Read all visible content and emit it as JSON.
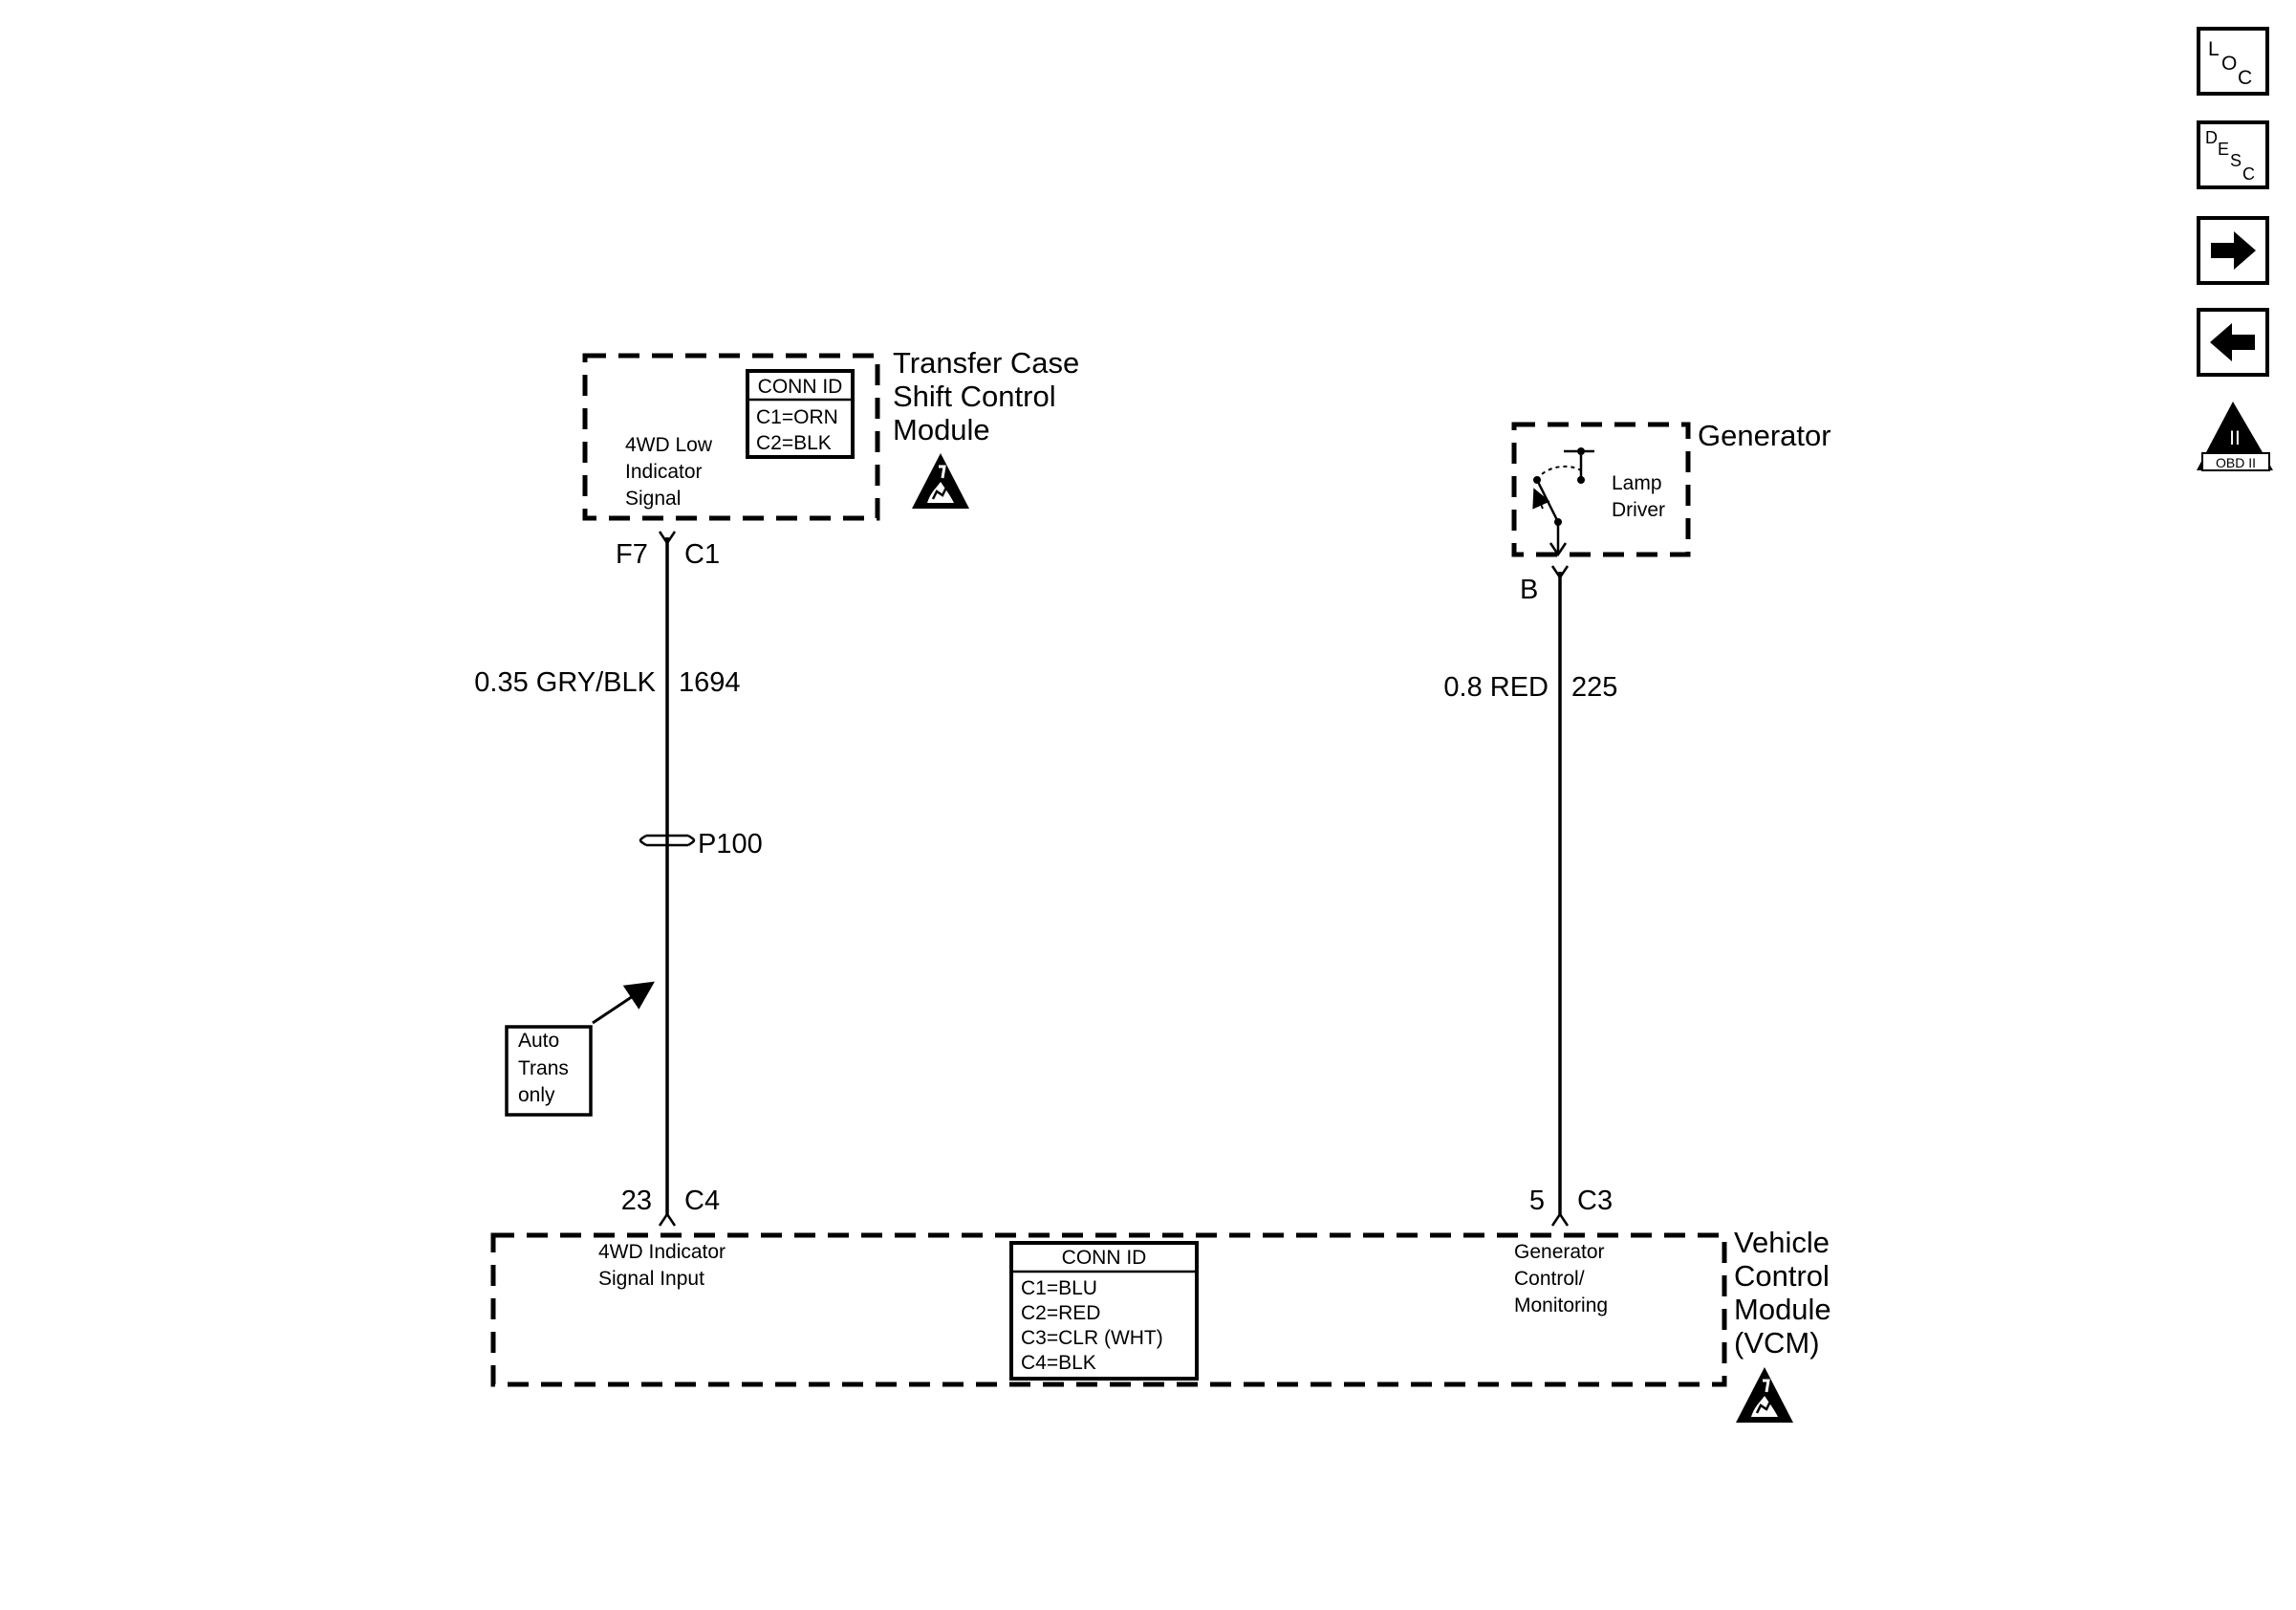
{
  "nav": {
    "loc": {
      "l": "L",
      "o": "O",
      "c": "C"
    },
    "desc": {
      "d": "D",
      "e": "E",
      "s": "S",
      "c": "C"
    },
    "obd": {
      "roman": "II",
      "label": "OBD II"
    }
  },
  "tccm": {
    "title": [
      "Transfer Case",
      "Shift Control",
      "Module"
    ],
    "signal": [
      "4WD Low",
      "Indicator",
      "Signal"
    ],
    "conn_id": {
      "header": "CONN ID",
      "lines": [
        "C1=ORN",
        "C2=BLK"
      ]
    },
    "pin": "F7",
    "connector": "C1"
  },
  "wire_left": {
    "gauge_color": "0.35 GRY/BLK",
    "circuit": "1694",
    "splice": "P100",
    "note": [
      "Auto",
      "Trans",
      "only"
    ]
  },
  "generator": {
    "title": "Generator",
    "driver": [
      "Lamp",
      "Driver"
    ],
    "pin": "B"
  },
  "wire_right": {
    "gauge_color": "0.8 RED",
    "circuit": "225"
  },
  "vcm": {
    "title": [
      "Vehicle",
      "Control",
      "Module",
      "(VCM)"
    ],
    "left_pin": "23",
    "left_connector": "C4",
    "left_signal": [
      "4WD Indicator",
      "Signal Input"
    ],
    "right_pin": "5",
    "right_connector": "C3",
    "right_signal": [
      "Generator",
      "Control/",
      "Monitoring"
    ],
    "conn_id": {
      "header": "CONN ID",
      "lines": [
        "C1=BLU",
        "C2=RED",
        "C3=CLR (WHT)",
        "C4=BLK"
      ]
    }
  },
  "colors": {
    "ink": "#000000",
    "paper": "#ffffff"
  }
}
